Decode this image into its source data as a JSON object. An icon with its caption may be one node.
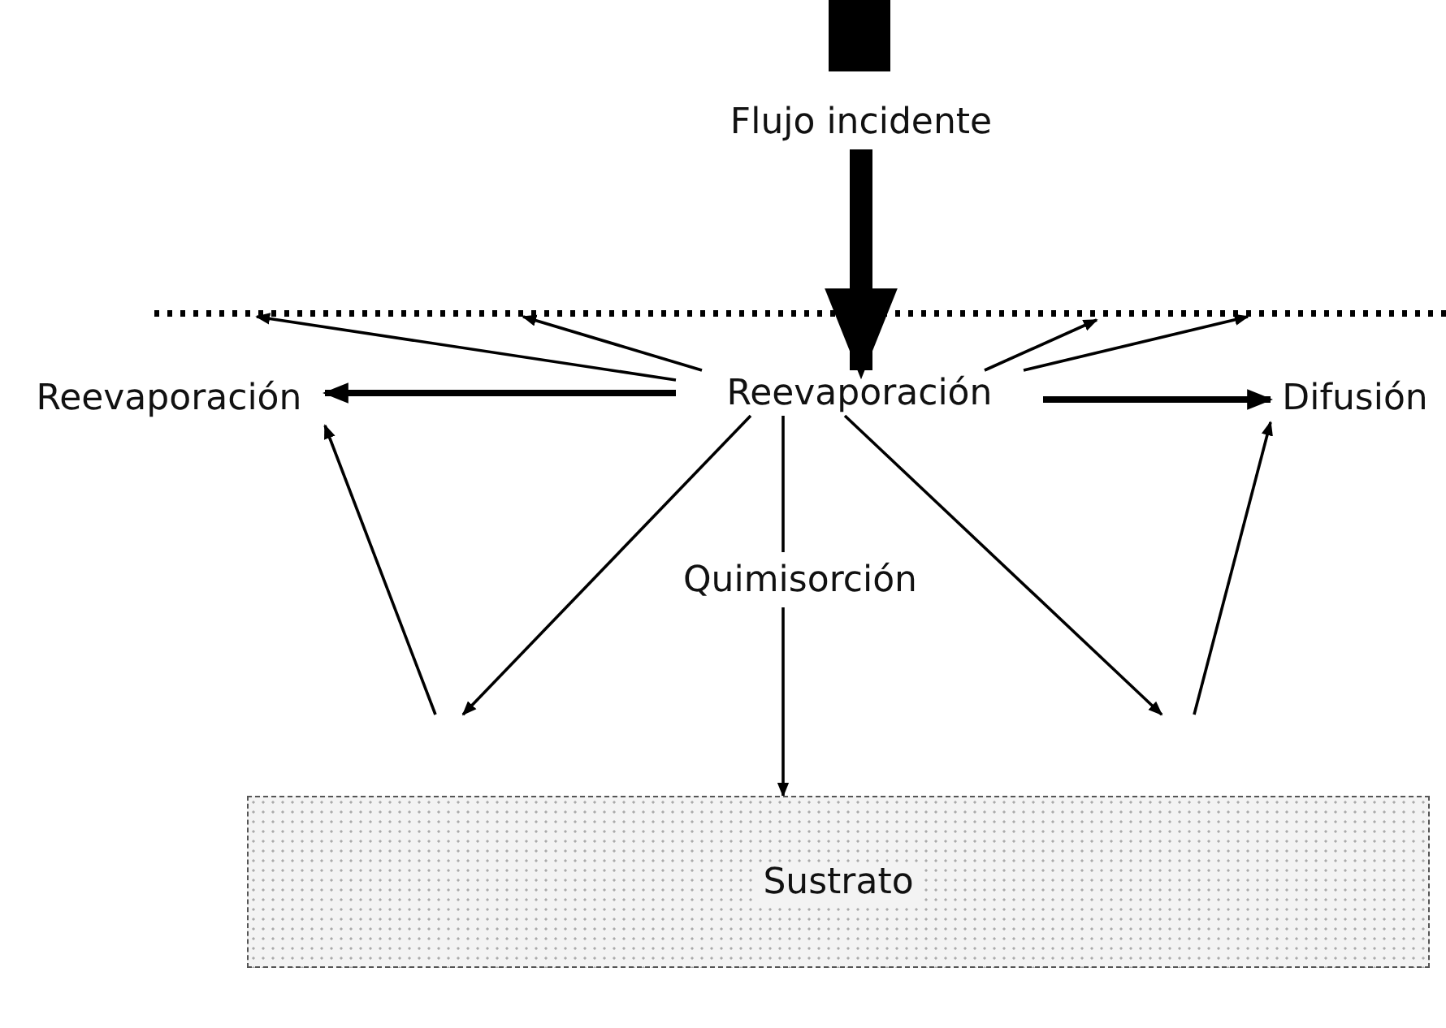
{
  "diagram": {
    "nodes": [
      {
        "text": [
          "Flujo incidente"
        ]
      },
      {
        "text": [
          "Reevaporación"
        ]
      },
      {
        "text": [
          "Reevaporación"
        ]
      },
      {
        "text": [
          "Difusión"
        ]
      },
      {
        "text": [
          "Quimisorción"
        ]
      },
      {
        "text": [
          "Sustrato"
        ]
      }
    ],
    "edges": [
      {
        "from": 0,
        "to": 1,
        "arrow": "to",
        "style": "thick"
      },
      {
        "from": 1,
        "to": null,
        "arrow": "to"
      },
      {
        "from": 1,
        "to": null,
        "arrow": "to"
      },
      {
        "from": 1,
        "to": null,
        "arrow": "to"
      },
      {
        "from": 1,
        "to": null,
        "arrow": "to"
      },
      {
        "from": 1,
        "to": 2,
        "arrow": "to",
        "style": "thick"
      },
      {
        "from": 1,
        "to": 3,
        "arrow": "to",
        "style": "thick"
      },
      {
        "from": 1,
        "to": null,
        "arrow": "to"
      },
      {
        "from": 1,
        "to": 4,
        "arrow": "none"
      },
      {
        "from": 4,
        "to": 5,
        "arrow": "to"
      },
      {
        "from": 1,
        "to": null,
        "arrow": "to"
      },
      {
        "from": null,
        "to": 2,
        "arrow": "to"
      },
      {
        "from": null,
        "to": 3,
        "arrow": "to"
      }
    ]
  }
}
